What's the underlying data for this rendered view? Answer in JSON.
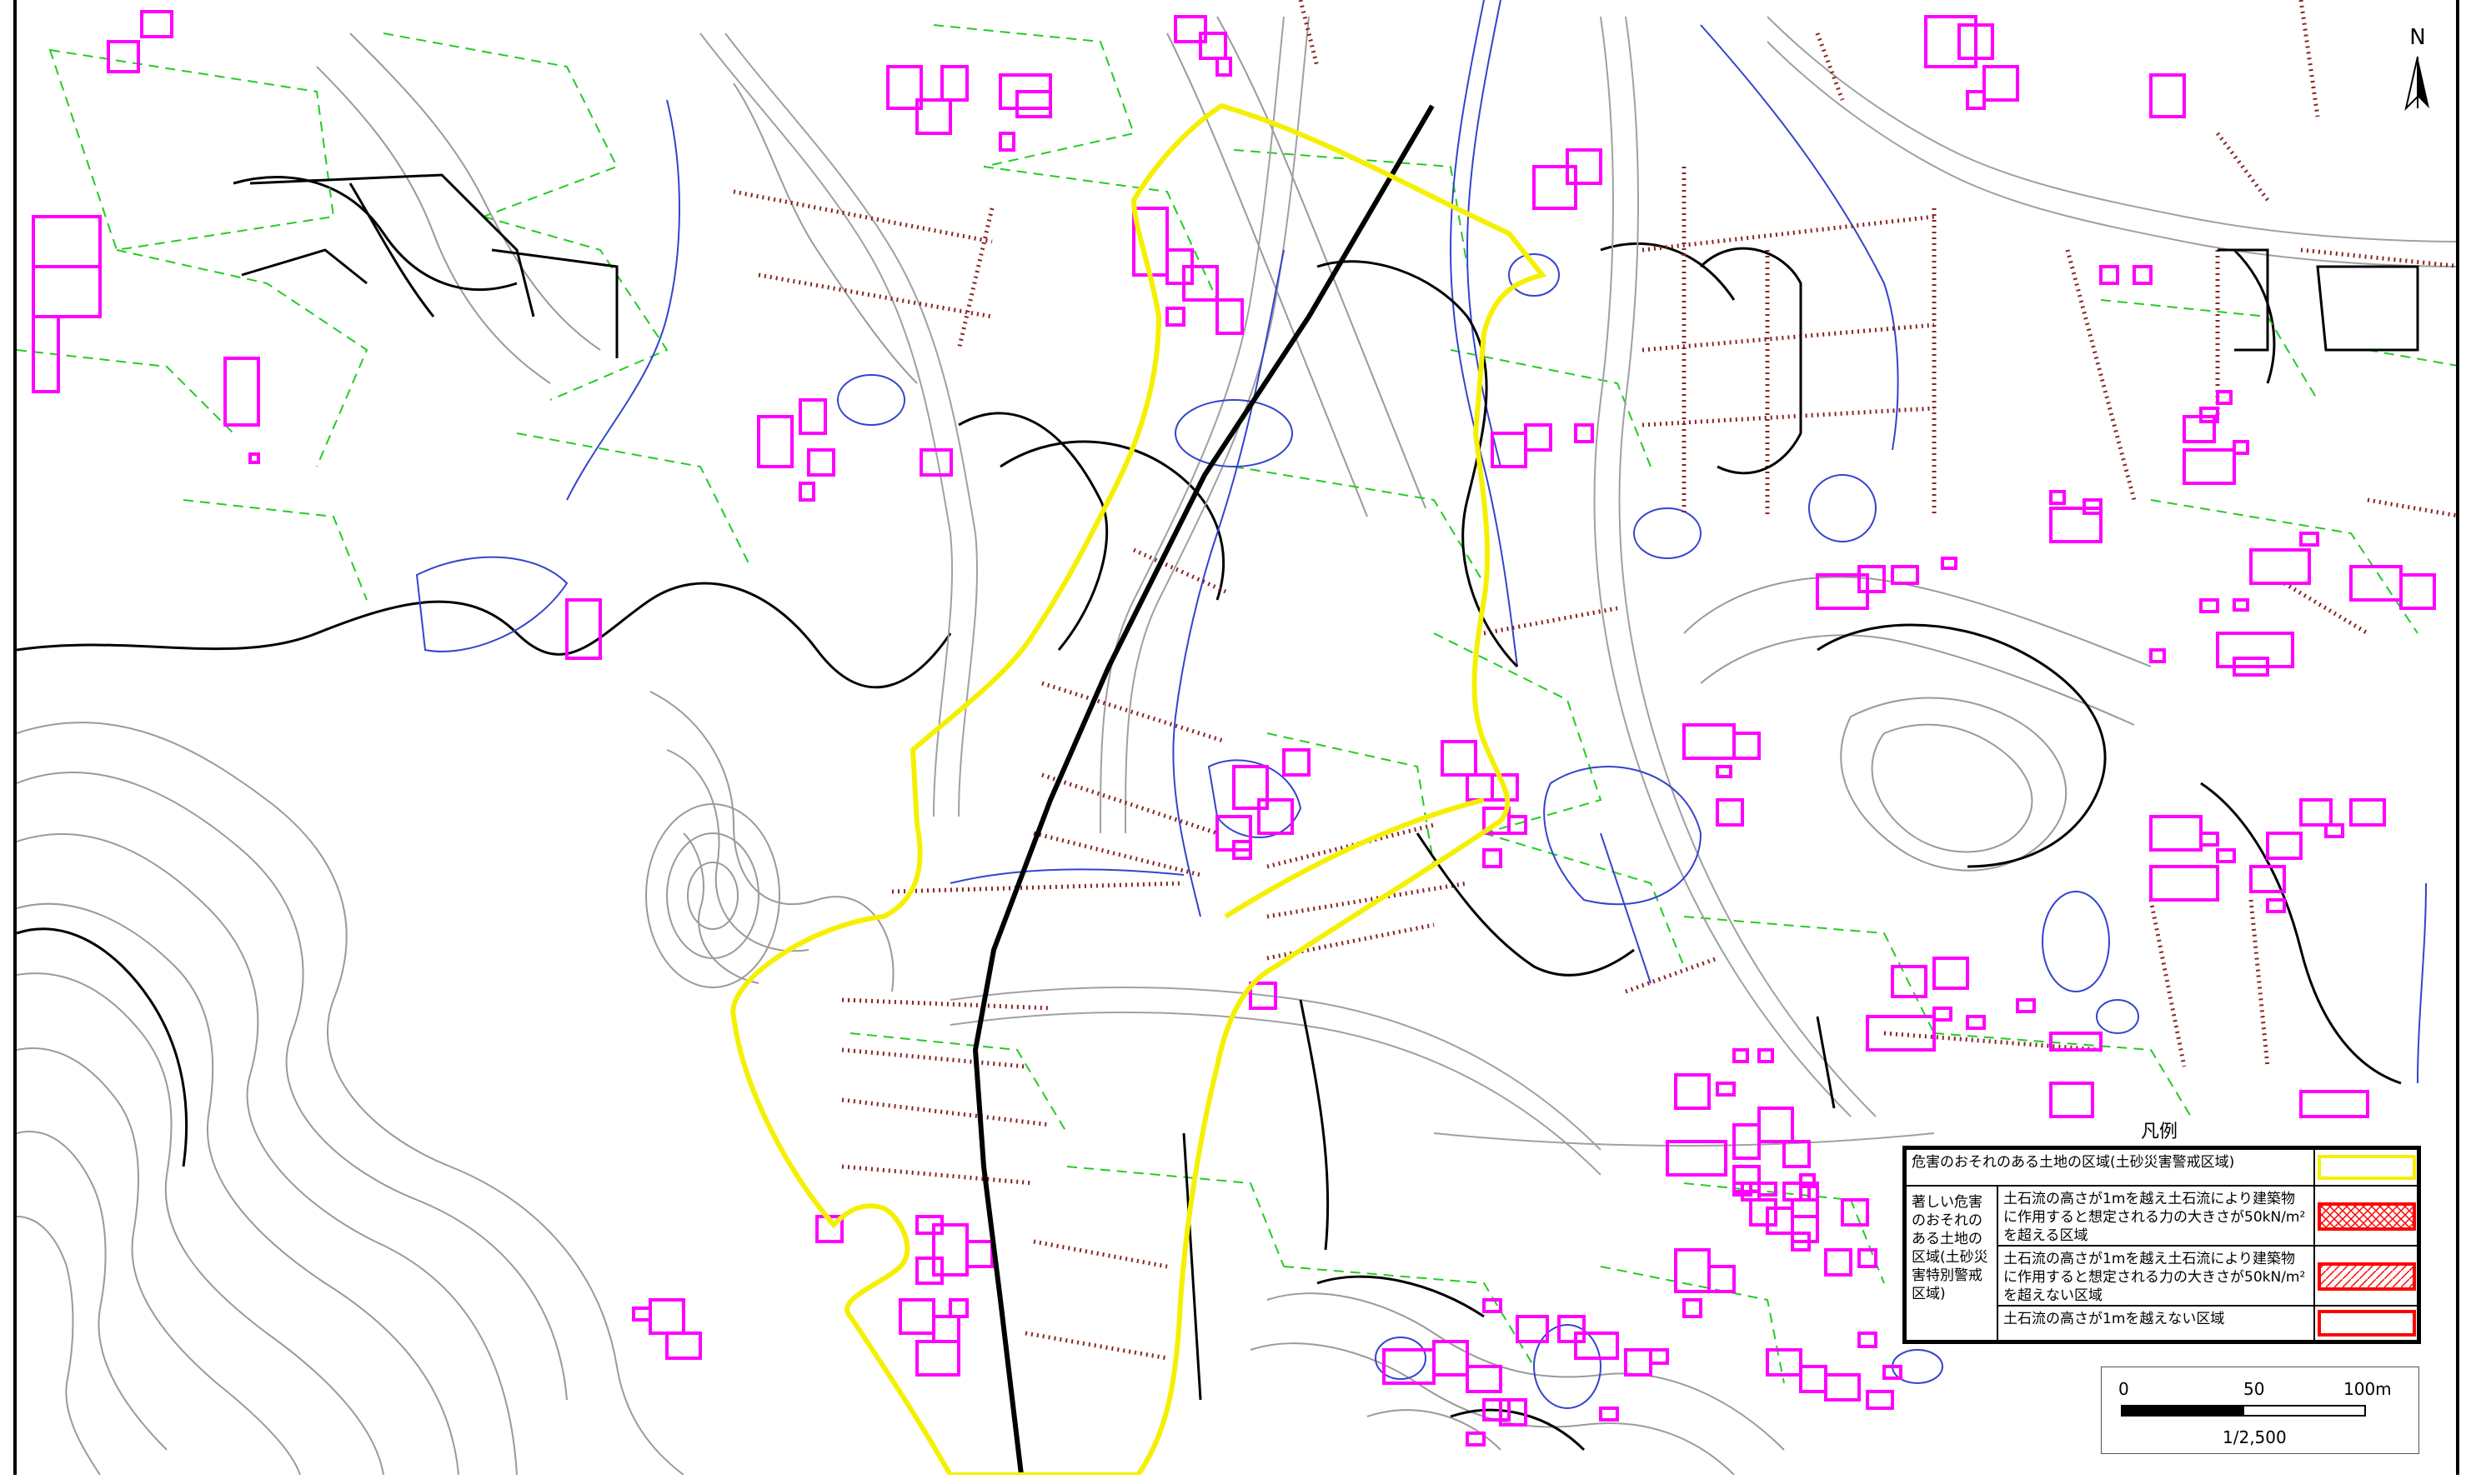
{
  "map": {
    "north_label": "N",
    "colors": {
      "building": "#ff00ff",
      "warning_zone": "#ffff00",
      "special_zone": "#ff0000",
      "contour": "#999999",
      "contour_index": "#000000",
      "parcel": "#22cc22",
      "slope": "#8b2323",
      "water": "#3344cc",
      "channel": "#000000"
    },
    "icons": [
      "north-arrow-icon"
    ]
  },
  "legend": {
    "title": "凡例",
    "warning_zone_label": "危害のおそれのある土地の区域(土砂災害警戒区域)",
    "special_group_label": "著しい危害のおそれのある土地の区域(土砂災害特別警戒区域)",
    "special_items": [
      {
        "label": "土石流の高さが1mを越え土石流により建築物に作用すると想定される力の大きさが50kN/m²を超える区域",
        "pattern": "crosshatch"
      },
      {
        "label": "土石流の高さが1mを越え土石流により建築物に作用すると想定される力の大きさが50kN/m²を超えない区域",
        "pattern": "hatch"
      },
      {
        "label": "土石流の高さが1mを越えない区域",
        "pattern": "outline"
      }
    ]
  },
  "scale": {
    "ticks": [
      "0",
      "50",
      "100m"
    ],
    "ratio": "1/2,500"
  }
}
